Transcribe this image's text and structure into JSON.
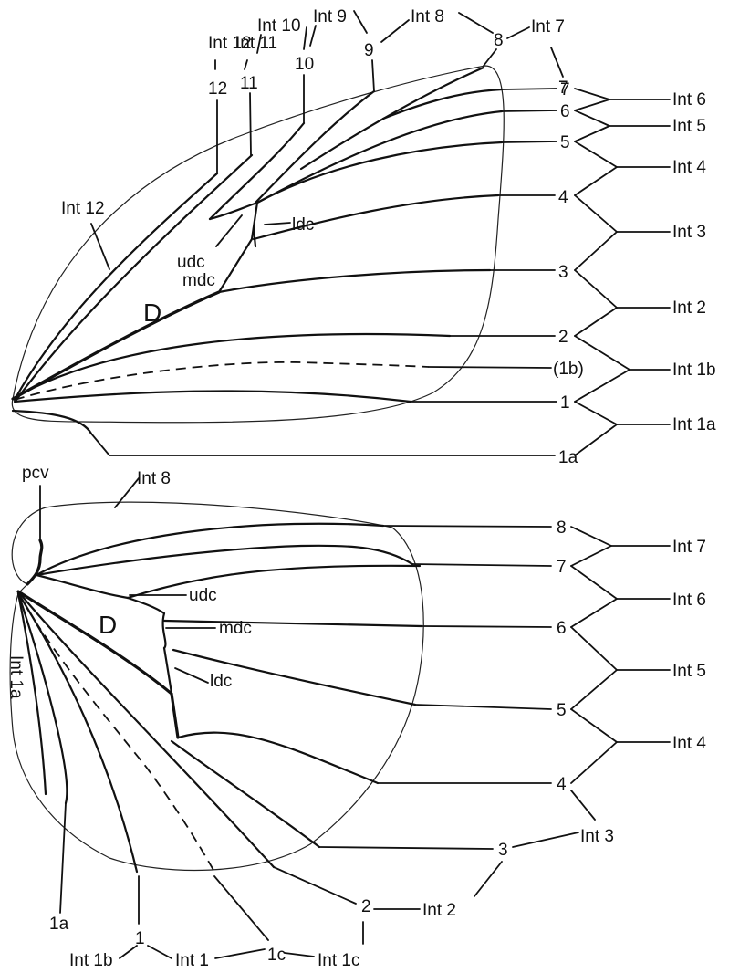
{
  "forewing": {
    "cell_letter": "D",
    "crossvein_labels": [
      "udc",
      "mdc",
      "ldc"
    ],
    "interspace_label_in_wing": "Int 12",
    "top_vein_labels": [
      "12",
      "11",
      "10",
      "9",
      "8",
      "7"
    ],
    "top_interspace_labels": [
      "Int 12",
      "Int 11",
      "Int 10",
      "Int 9",
      "Int 8",
      "Int 7"
    ],
    "right_vein_labels": [
      "7",
      "6",
      "5",
      "4",
      "3",
      "2",
      "(1b)",
      "1",
      "1a"
    ],
    "right_interspace_labels": [
      "Int 6",
      "Int 5",
      "Int 4",
      "Int 3",
      "Int 2",
      "Int 1b",
      "Int 1a"
    ]
  },
  "hindwing": {
    "cell_letter": "D",
    "crossvein_labels": [
      "udc",
      "mdc",
      "ldc"
    ],
    "precostal_label": "pcv",
    "top_interspace_label": "Int 8",
    "inner_margin_label": "Int 1a",
    "right_vein_labels": [
      "8",
      "7",
      "6",
      "5",
      "4",
      "3",
      "2"
    ],
    "right_interspace_labels": [
      "Int 7",
      "Int 6",
      "Int 5",
      "Int 4",
      "Int 3",
      "Int 2"
    ],
    "bottom_vein_labels": [
      "1a",
      "1",
      "1c"
    ],
    "bottom_interspace_labels": [
      "Int 1b",
      "Int 1",
      "Int 1c"
    ]
  }
}
